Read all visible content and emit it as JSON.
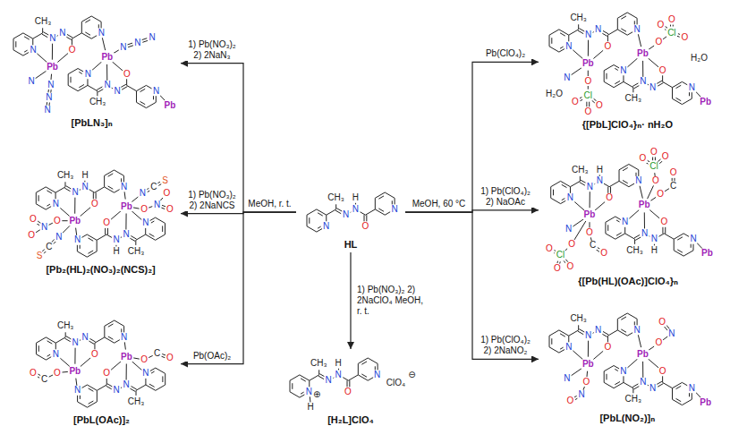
{
  "diagram": {
    "nodes": [
      {
        "text": [
          "[PbLN₃]ₙ",
          "CH₃",
          "N",
          "N",
          "N",
          "O",
          "N",
          "CH₃",
          "N",
          "N",
          "N",
          "O",
          "N",
          "Pb",
          "Pb",
          "N",
          "N",
          "N",
          "N",
          "N",
          "N",
          "N",
          "Pb"
        ]
      },
      {
        "text": [
          "{[PbL]ClO₄}ₙ· nH₂O",
          "CH₃",
          "N",
          "N",
          "N",
          "O",
          "N",
          "CH₃",
          "N",
          "N",
          "N",
          "O",
          "N",
          "Pb",
          "Pb",
          "N",
          "O",
          "Cl",
          "O",
          "O",
          "O",
          "H₂O",
          "O",
          "Cl",
          "O",
          "O",
          "O",
          "H₂O",
          "Pb"
        ]
      },
      {
        "text": [
          "[Pb₂(HL)₂(NO₃)₂(NCS)₂]",
          "CH₃",
          "N",
          "N",
          "N",
          "H",
          "O",
          "N",
          "CH₃",
          "N",
          "N",
          "N",
          "H",
          "O",
          "N",
          "Pb",
          "Pb",
          "N",
          "C",
          "S",
          "O",
          "N",
          "O",
          "O",
          "N",
          "C",
          "S",
          "O",
          "N",
          "O",
          "O"
        ]
      },
      {
        "text": [
          "HL",
          "CH₃",
          "N",
          "N",
          "N",
          "H",
          "O",
          "N"
        ]
      },
      {
        "text": [
          "{[Pb(HL)(OAc)]ClO₄}ₙ",
          "CH₃",
          "N",
          "N",
          "N",
          "H",
          "O",
          "N",
          "CH₃",
          "N",
          "N",
          "N",
          "H",
          "O",
          "N",
          "Pb",
          "Pb",
          "N",
          "O",
          "C",
          "O",
          "O",
          "Cl",
          "O",
          "O",
          "O",
          "O",
          "C",
          "O",
          "O",
          "Cl",
          "O",
          "O",
          "O",
          "Pb"
        ]
      },
      {
        "text": [
          "[PbL(OAc)]₂",
          "CH₃",
          "N",
          "N",
          "N",
          "O",
          "N",
          "CH₃",
          "N",
          "N",
          "N",
          "O",
          "N",
          "Pb",
          "Pb",
          "O",
          "C",
          "O",
          "O",
          "C",
          "O"
        ]
      },
      {
        "text": [
          "[H₂L]ClO₄",
          "CH₃",
          "N",
          "N",
          "N",
          "H",
          "O",
          "N",
          "H",
          "⊕",
          "ClO₄",
          "⊖"
        ]
      },
      {
        "text": [
          "[PbL(NO₂)]ₙ",
          "CH₃",
          "N",
          "N",
          "N",
          "O",
          "N",
          "CH₃",
          "N",
          "N",
          "N",
          "O",
          "N",
          "Pb",
          "Pb",
          "N",
          "O",
          "N",
          "O",
          "O",
          "N",
          "O",
          "Pb"
        ]
      }
    ],
    "edges": [
      {
        "from": 3,
        "to": 0,
        "label": "1) Pb(NO₃)₂ 2) 2NaN₃",
        "arrow": "to"
      },
      {
        "from": 3,
        "to": 1,
        "label": "Pb(ClO₄)₂",
        "arrow": "to"
      },
      {
        "from": 3,
        "to": 2,
        "label": "1) Pb(NO₃)₂ 2) 2NaNCS",
        "arrow": "to"
      },
      {
        "from": 3,
        "to": 4,
        "label": "1) Pb(ClO₄)₂ 2) NaOAc",
        "arrow": "to"
      },
      {
        "from": 3,
        "to": 5,
        "label": "Pb(OAc)₂",
        "arrow": "to"
      },
      {
        "from": 3,
        "to": 6,
        "label": "1) Pb(NO₃)₂ 2) 2NaClO₄ MeOH, r. t.",
        "arrow": "to"
      },
      {
        "from": 3,
        "to": 7,
        "label": "1) Pb(ClO₄)₂ 2) 2NaNO₂",
        "arrow": "to"
      }
    ],
    "labels": [
      "MeOH, r. t.",
      "MeOH, 60 °C"
    ]
  }
}
